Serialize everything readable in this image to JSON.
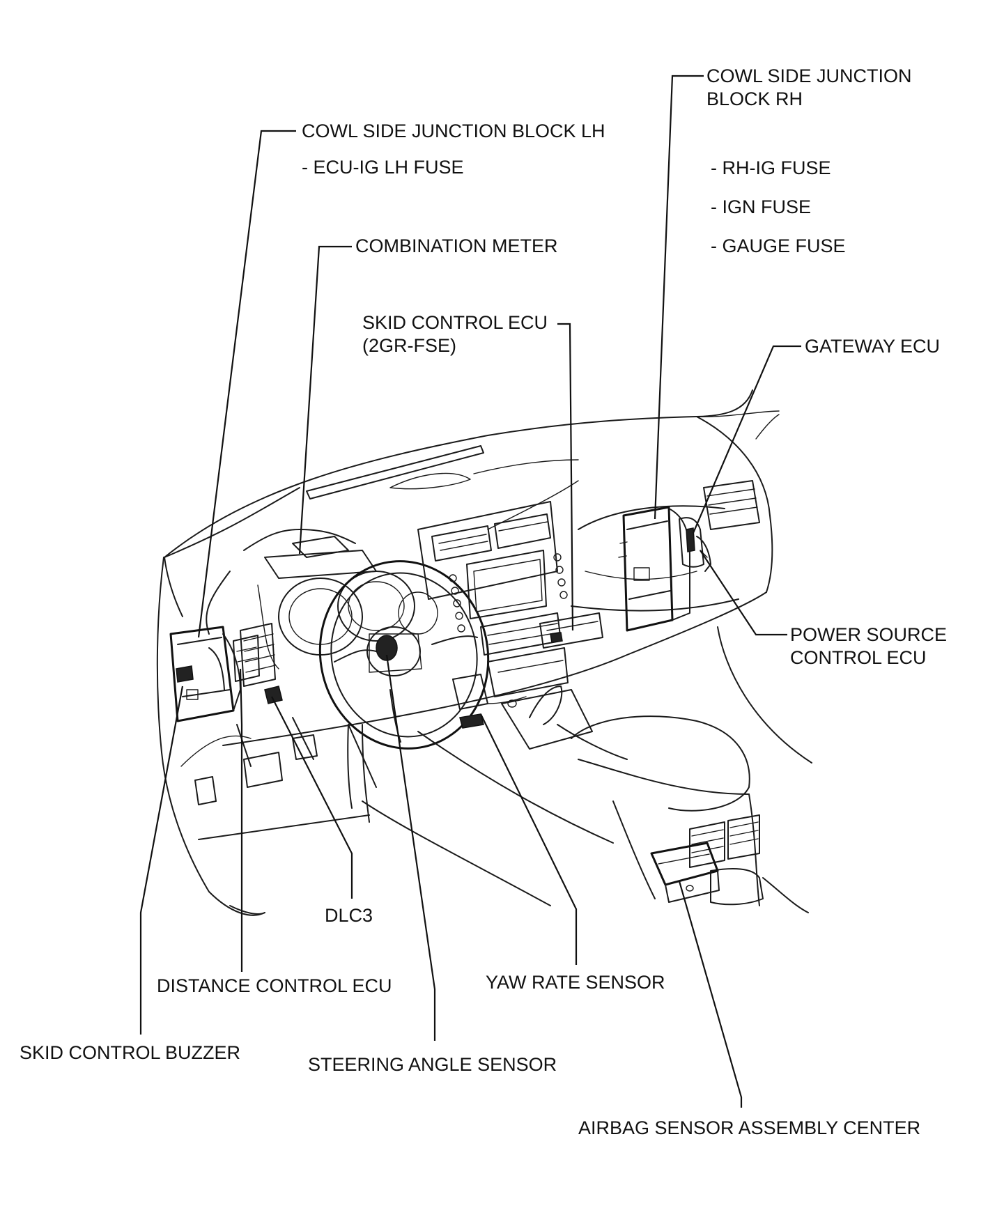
{
  "labels": {
    "cowl_lh_title": "COWL SIDE JUNCTION BLOCK LH",
    "cowl_lh_fuse": "- ECU-IG LH FUSE",
    "combination_meter": "COMBINATION METER",
    "skid_ecu_line1": "SKID CONTROL ECU",
    "skid_ecu_line2": "(2GR-FSE)",
    "cowl_rh_line1": "COWL SIDE JUNCTION",
    "cowl_rh_line2": "BLOCK RH",
    "rh_ig_fuse": "- RH-IG FUSE",
    "ign_fuse": "- IGN FUSE",
    "gauge_fuse": "- GAUGE FUSE",
    "gateway_ecu": "GATEWAY ECU",
    "power_source_line1": "POWER SOURCE",
    "power_source_line2": "CONTROL ECU",
    "dlc3": "DLC3",
    "distance_control_ecu": "DISTANCE CONTROL ECU",
    "yaw_rate_sensor": "YAW RATE SENSOR",
    "skid_control_buzzer": "SKID CONTROL BUZZER",
    "steering_angle_sensor": "STEERING ANGLE SENSOR",
    "airbag_sensor": "AIRBAG SENSOR ASSEMBLY CENTER"
  },
  "colors": {
    "line": "#111111",
    "background": "#ffffff"
  }
}
